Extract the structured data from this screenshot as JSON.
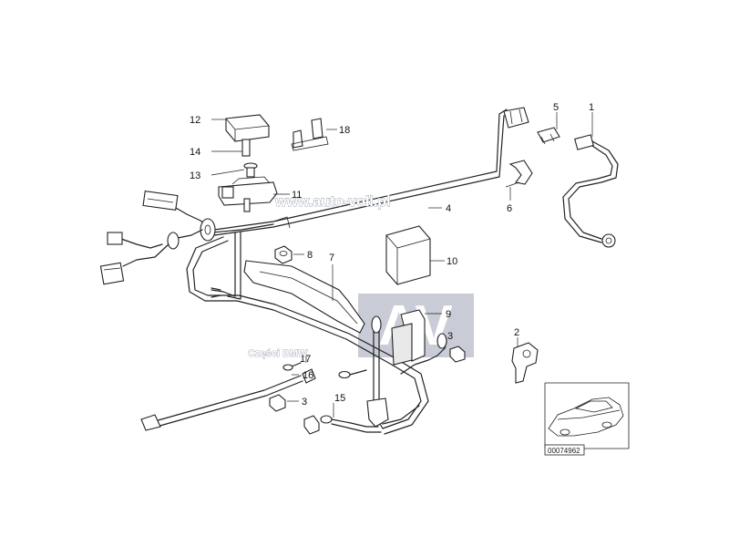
{
  "callouts": [
    {
      "id": "c12",
      "label": "12"
    },
    {
      "id": "c14",
      "label": "14"
    },
    {
      "id": "c13",
      "label": "13"
    },
    {
      "id": "c11",
      "label": "11"
    },
    {
      "id": "c18",
      "label": "18"
    },
    {
      "id": "c5",
      "label": "5"
    },
    {
      "id": "c1",
      "label": "1"
    },
    {
      "id": "c6",
      "label": "6"
    },
    {
      "id": "c4",
      "label": "4"
    },
    {
      "id": "c8",
      "label": "8"
    },
    {
      "id": "c7",
      "label": "7"
    },
    {
      "id": "c10",
      "label": "10"
    },
    {
      "id": "c9",
      "label": "9"
    },
    {
      "id": "c3a",
      "label": "3"
    },
    {
      "id": "c2",
      "label": "2"
    },
    {
      "id": "c17",
      "label": "17"
    },
    {
      "id": "c16",
      "label": "16"
    },
    {
      "id": "c3b",
      "label": "3"
    },
    {
      "id": "c15",
      "label": "15"
    }
  ],
  "watermark": {
    "site": "www.auto-voll.pl",
    "logo_letters": "AV",
    "subtitle": "Części BMW"
  },
  "inset": {
    "code": "00074962"
  }
}
